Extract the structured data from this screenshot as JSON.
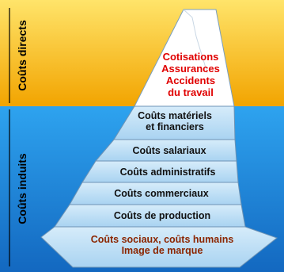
{
  "labels": {
    "direct": "Coûts directs",
    "indirect": "Coûts induits"
  },
  "tip": {
    "line1": "Cotisations",
    "line2": "Assurances",
    "line3": "Accidents",
    "line4": "du travail"
  },
  "layers": {
    "l1_line1": "Coûts matériels",
    "l1_line2": "et financiers",
    "l2": "Coûts salariaux",
    "l3": "Coûts administratifs",
    "l4": "Coûts commerciaux",
    "l5": "Coûts de production",
    "l6_line1": "Coûts sociaux, coûts humains",
    "l6_line2": "Image de marque"
  },
  "colors": {
    "sky_top": "#ffd21a",
    "sky_bottom": "#f0a000",
    "sea_top": "#2f9ee8",
    "sea_bottom": "#1370c4",
    "ice_top": "#ffffff",
    "ice_underwater": "#b7dcf5",
    "text_red": "#e00000",
    "text_brown": "#8b2500"
  }
}
